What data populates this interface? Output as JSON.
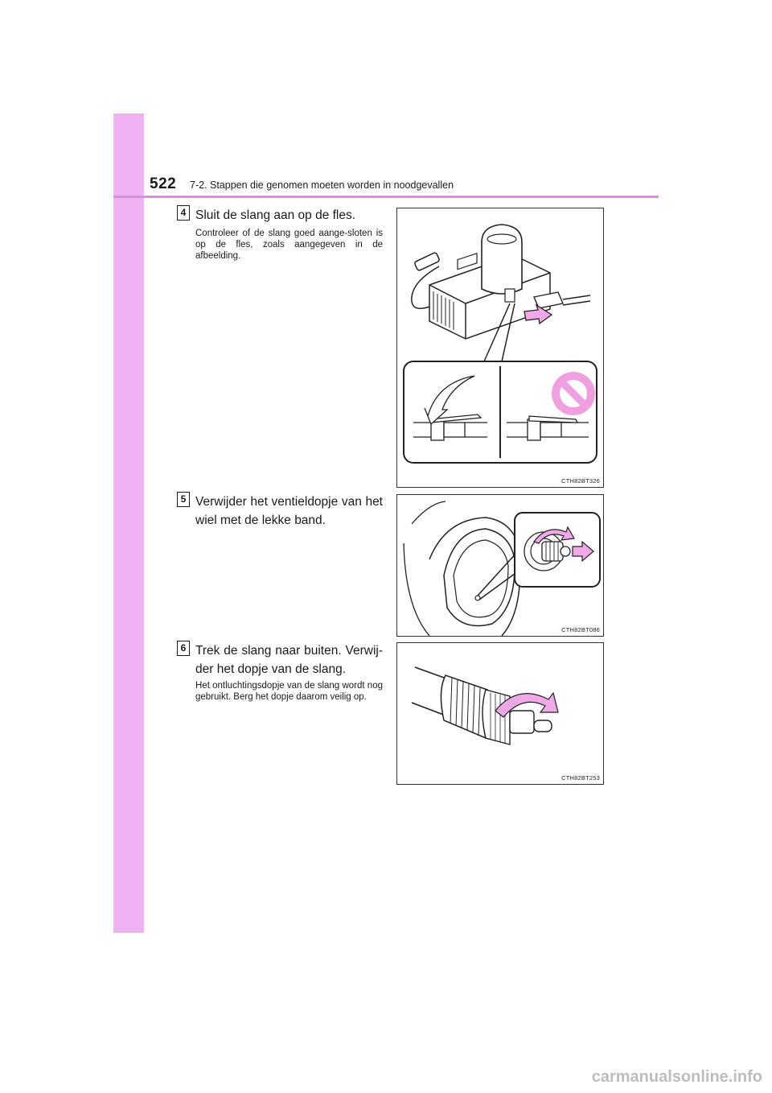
{
  "header": {
    "page_number": "522",
    "section_title": "7-2. Stappen die genomen moeten worden in noodgevallen"
  },
  "steps": [
    {
      "number": "4",
      "title": "Sluit de slang aan op de fles.",
      "note": "Controleer of de slang goed aange-sloten is op de fles, zoals aangegeven in de afbeelding.",
      "figure_code": "CTH82BT326"
    },
    {
      "number": "5",
      "title": "Verwijder het ventieldopje van het wiel met de lekke band.",
      "note": "",
      "figure_code": "CTH82BT086"
    },
    {
      "number": "6",
      "title": "Trek de slang naar buiten. Verwij-der het dopje van de slang.",
      "note": "Het ontluchtingsdopje van de slang wordt nog gebruikt. Berg het dopje daarom veilig op.",
      "figure_code": "CTH82BT253"
    }
  ],
  "watermark": "carmanualsonline.info",
  "colors": {
    "sidebar": "#efb2f2",
    "header_rule": "#d98fe0",
    "arrow_pink": "#f0a8e8",
    "prohibit_pink": "#f0a0e0"
  },
  "icons": {
    "prohibition": "prohibited-sign-icon",
    "push_arrow": "arrow-right-icon",
    "rotate_arrow": "rotate-arrow-icon"
  }
}
